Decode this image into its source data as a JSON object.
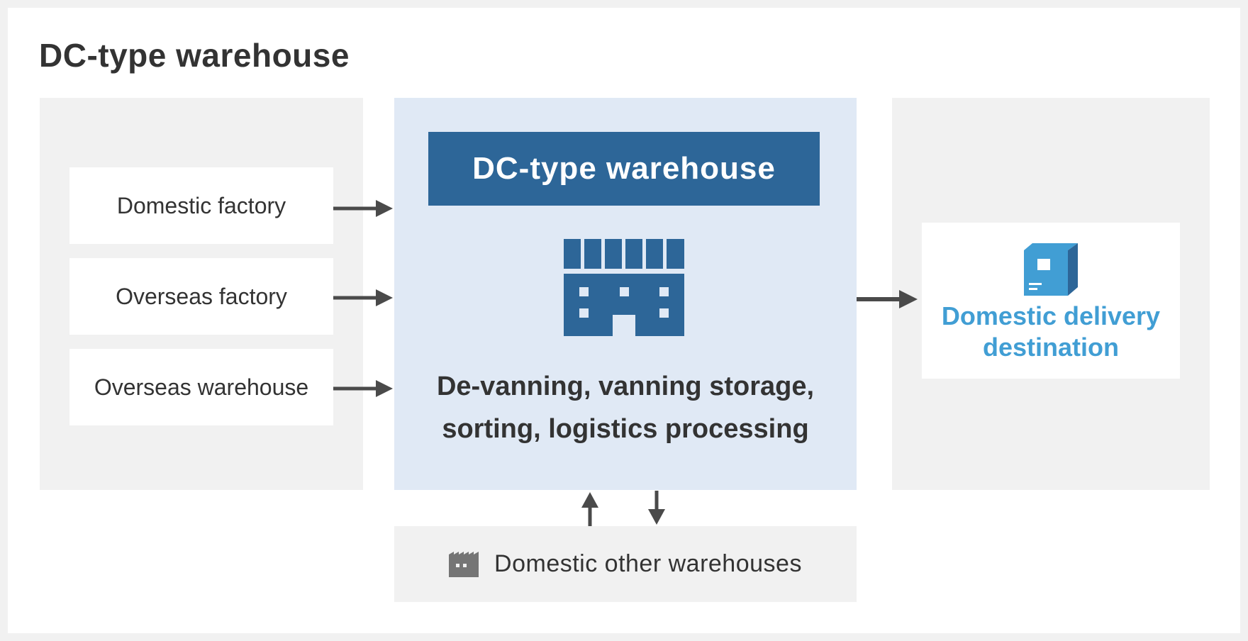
{
  "title": "DC-type warehouse",
  "sources": [
    {
      "label": "Domestic factory"
    },
    {
      "label": "Overseas factory"
    },
    {
      "label": "Overseas warehouse"
    }
  ],
  "center": {
    "header": "DC-type warehouse",
    "description_line1": "De-vanning, vanning storage,",
    "description_line2": "sorting, logistics processing"
  },
  "destination": {
    "line1": "Domestic delivery",
    "line2": "destination"
  },
  "other_warehouses": {
    "label": "Domestic other warehouses"
  },
  "icons": {
    "warehouse": "warehouse-icon",
    "package": "package-icon",
    "factory": "factory-icon"
  },
  "colors": {
    "header_blue": "#2d6698",
    "center_bg": "#e0e9f5",
    "accent_light_blue": "#419ed4",
    "panel_gray": "#f1f1f1",
    "arrow_gray": "#4a4a4a",
    "text_dark": "#333333"
  }
}
